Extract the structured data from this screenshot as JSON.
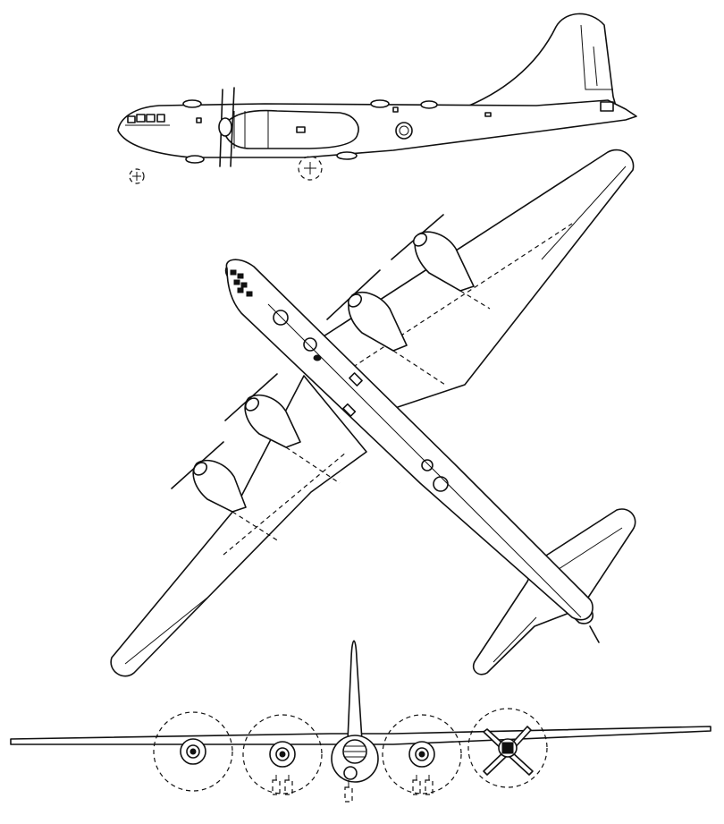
{
  "figure": {
    "views": [
      "side-view",
      "top-view",
      "front-view"
    ]
  },
  "colors": {
    "ink": "#111111",
    "paper": "#ffffff"
  }
}
